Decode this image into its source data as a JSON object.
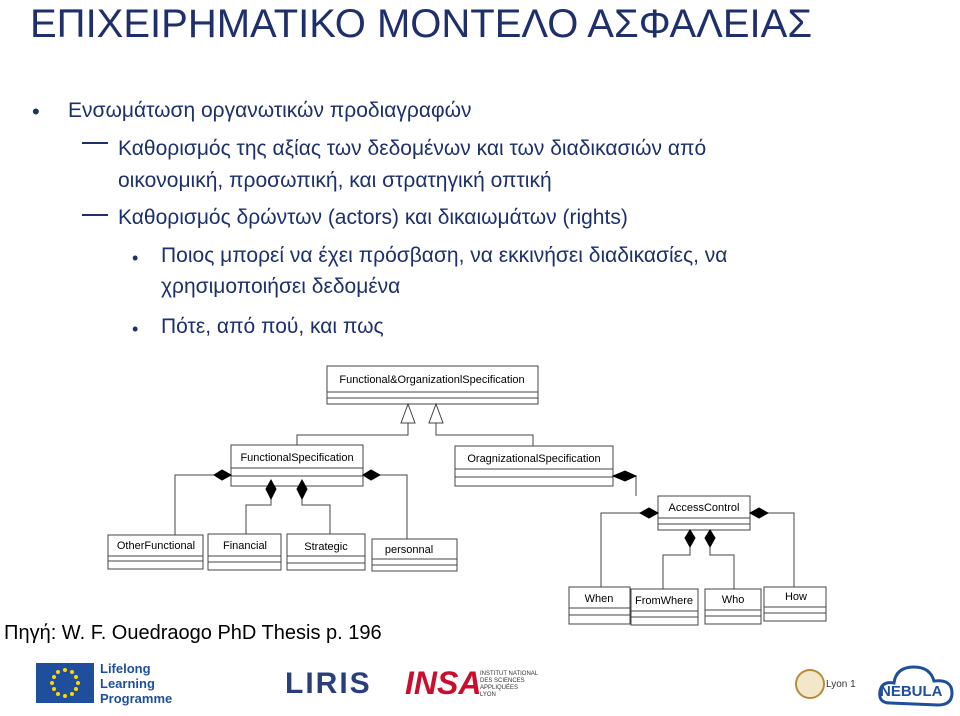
{
  "title": "ΕΠΙΧΕΙΡΗΜΑΤΙΚΟ ΜΟΝΤΕΛΟ ΑΣΦΑΛΕΙΑΣ",
  "bullets": {
    "b1": "Ενσωμάτωση οργανωτικών προδιαγραφών",
    "d1_line1": "Καθορισμός της αξίας των δεδομένων και των διαδικασιών από",
    "d1_line2": "οικονομική, προσωπική, και στρατηγική οπτική",
    "d2": "Καθορισμός δρώντων (actors) και δικαιωμάτων (rights)",
    "s1_line1": "Ποιος μπορεί να έχει πρόσβαση, να εκκινήσει διαδικασίες, να",
    "s1_line2": "χρησιμοποιήσει δεδομένα",
    "s2": "Πότε, από πού, και πως"
  },
  "diagram": {
    "root": "Functional&OrganizationlSpecification",
    "functional": "FunctionalSpecification",
    "organizational": "OragnizationalSpecification",
    "access": "AccessControl",
    "other": "OtherFunctional",
    "financial": "Financial",
    "strategic": "Strategic",
    "personnal": "personnal",
    "when": "When",
    "fromwhere": "FromWhere",
    "who": "Who",
    "how": "How"
  },
  "source": "Πηγή: W. F. Ouedraogo PhD Thesis p. 196",
  "logos": {
    "lifelong": [
      "Lifelong",
      "Learning",
      "Programme"
    ],
    "liris": "LIRIS",
    "insa": "INSA",
    "insa_sub": [
      "INSTITUT NATIONAL",
      "DES SCIENCES",
      "APPLIQUÉES",
      "LYON"
    ],
    "lyon": "Lyon 1",
    "nebula": "NEBULA"
  },
  "colors": {
    "text": "#1e2f6b",
    "box_border": "#555555",
    "eu_blue": "#1f4f9c",
    "insa_red": "#c8102e"
  }
}
